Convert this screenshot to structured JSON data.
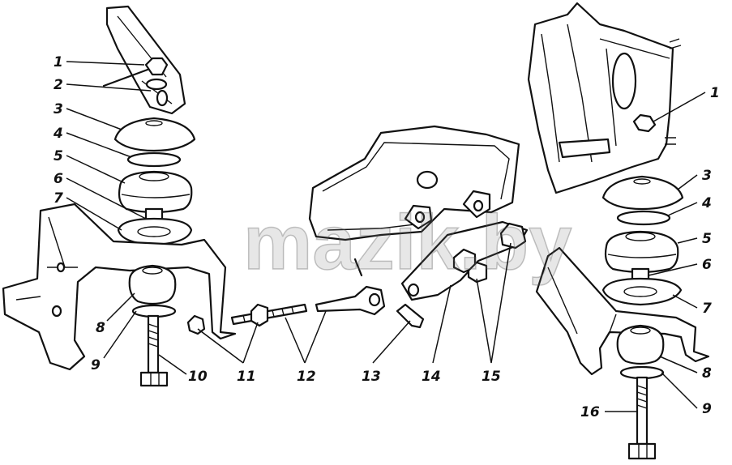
{
  "watermark": "mazik.by",
  "labels": {
    "l1_left": "1",
    "l2": "2",
    "l3_left": "3",
    "l4_left": "4",
    "l5_left": "5",
    "l6_left": "6",
    "l7_left": "7",
    "l8_left": "8",
    "l9_left": "9",
    "l10": "10",
    "l11": "11",
    "l12": "12",
    "l13": "13",
    "l14": "14",
    "l15": "15",
    "l1_right": "1",
    "l3_right": "3",
    "l4_right": "4",
    "l5_right": "5",
    "l6_right": "6",
    "l7_right": "7",
    "l8_right": "8",
    "l9_right": "9",
    "l16": "16"
  }
}
